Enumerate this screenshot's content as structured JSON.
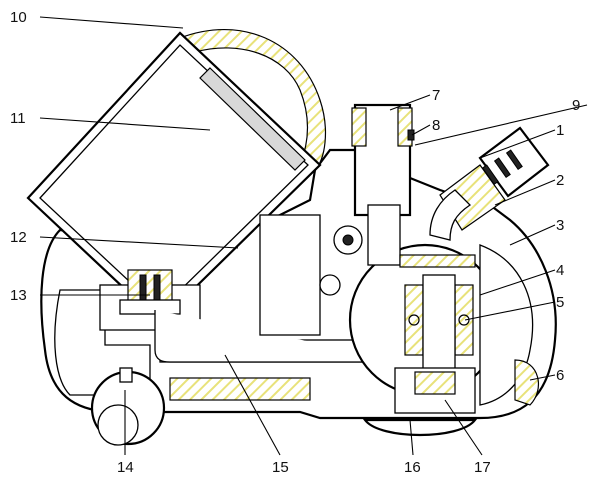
{
  "labels": [
    "1",
    "2",
    "3",
    "4",
    "5",
    "6",
    "7",
    "8",
    "9",
    "10",
    "11",
    "12",
    "13",
    "14",
    "15",
    "16",
    "17"
  ],
  "colors": {
    "line": "#000000",
    "hatch": "#e8e27a",
    "grey": "#d8d8d8",
    "background": "#ffffff"
  }
}
